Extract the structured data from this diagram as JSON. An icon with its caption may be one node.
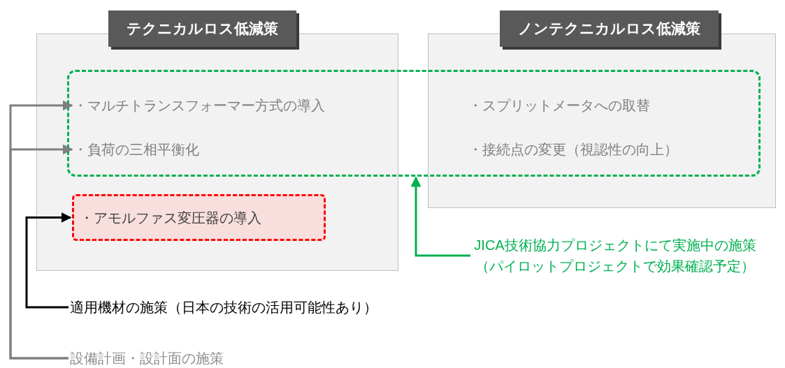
{
  "diagram": {
    "nodes": [
      {
        "text": [
          "テクニカルロス低減策"
        ]
      },
      {
        "text": [
          "ノンテクニカルロス低減策"
        ]
      },
      {
        "text": [],
        "shape": "box"
      },
      {
        "text": [
          "・マルチトランスフォーマー方式の導入"
        ]
      },
      {
        "text": [
          "・負荷の三相平衡化"
        ]
      },
      {
        "text": [
          "・アモルファス変圧器の導入"
        ],
        "in": 0
      },
      {
        "text": [
          "・スプリットメータへの取替"
        ]
      },
      {
        "text": [
          "・接続点の変更（視認性の向上）"
        ]
      },
      {
        "text": [
          "JICA技術協力プロジェクトにて実施中の施策（パイロットプロジェクトで効果確認予定）"
        ]
      },
      {
        "text": [
          "適用機材の施策（日本の技術の活用可能性あり）"
        ]
      },
      {
        "text": [
          "設備計画・設計面の施策"
        ]
      }
    ],
    "edges": [
      {
        "from": 8,
        "to": 2,
        "arrow": "to",
        "color": "#00b050"
      },
      {
        "from": 9,
        "to": 5,
        "arrow": "to",
        "color": "#000000"
      },
      {
        "from": 10,
        "to": 3,
        "arrow": "to"
      },
      {
        "from": 10,
        "to": 4,
        "arrow": "to"
      }
    ]
  }
}
